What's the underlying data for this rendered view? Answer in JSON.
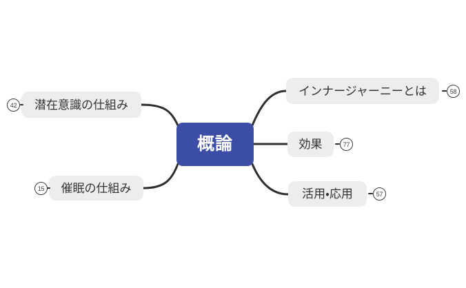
{
  "diagram": {
    "type": "mindmap",
    "background_color": "#ffffff",
    "root": {
      "label": "概論",
      "fill_color": "#3B4DA4",
      "text_color": "#ffffff"
    },
    "branch_style": {
      "fill_color": "#EDEDED",
      "text_color": "#333333",
      "connector_color": "#2e2e2e"
    },
    "branches": [
      {
        "id": "senzaiishiki",
        "label": "潜在意識の仕組み",
        "badge": "42",
        "side": "left",
        "position": "upper"
      },
      {
        "id": "saimin",
        "label": "催眠の仕組み",
        "badge": "15",
        "side": "left",
        "position": "lower"
      },
      {
        "id": "inner-journey",
        "label": "インナージャーニーとは",
        "badge": "58",
        "side": "right",
        "position": "upper"
      },
      {
        "id": "kouka",
        "label": "効果",
        "badge": "77",
        "side": "right",
        "position": "middle"
      },
      {
        "id": "katsuyo",
        "label": "活用・応用",
        "badge": "57",
        "side": "right",
        "position": "lower"
      }
    ]
  }
}
